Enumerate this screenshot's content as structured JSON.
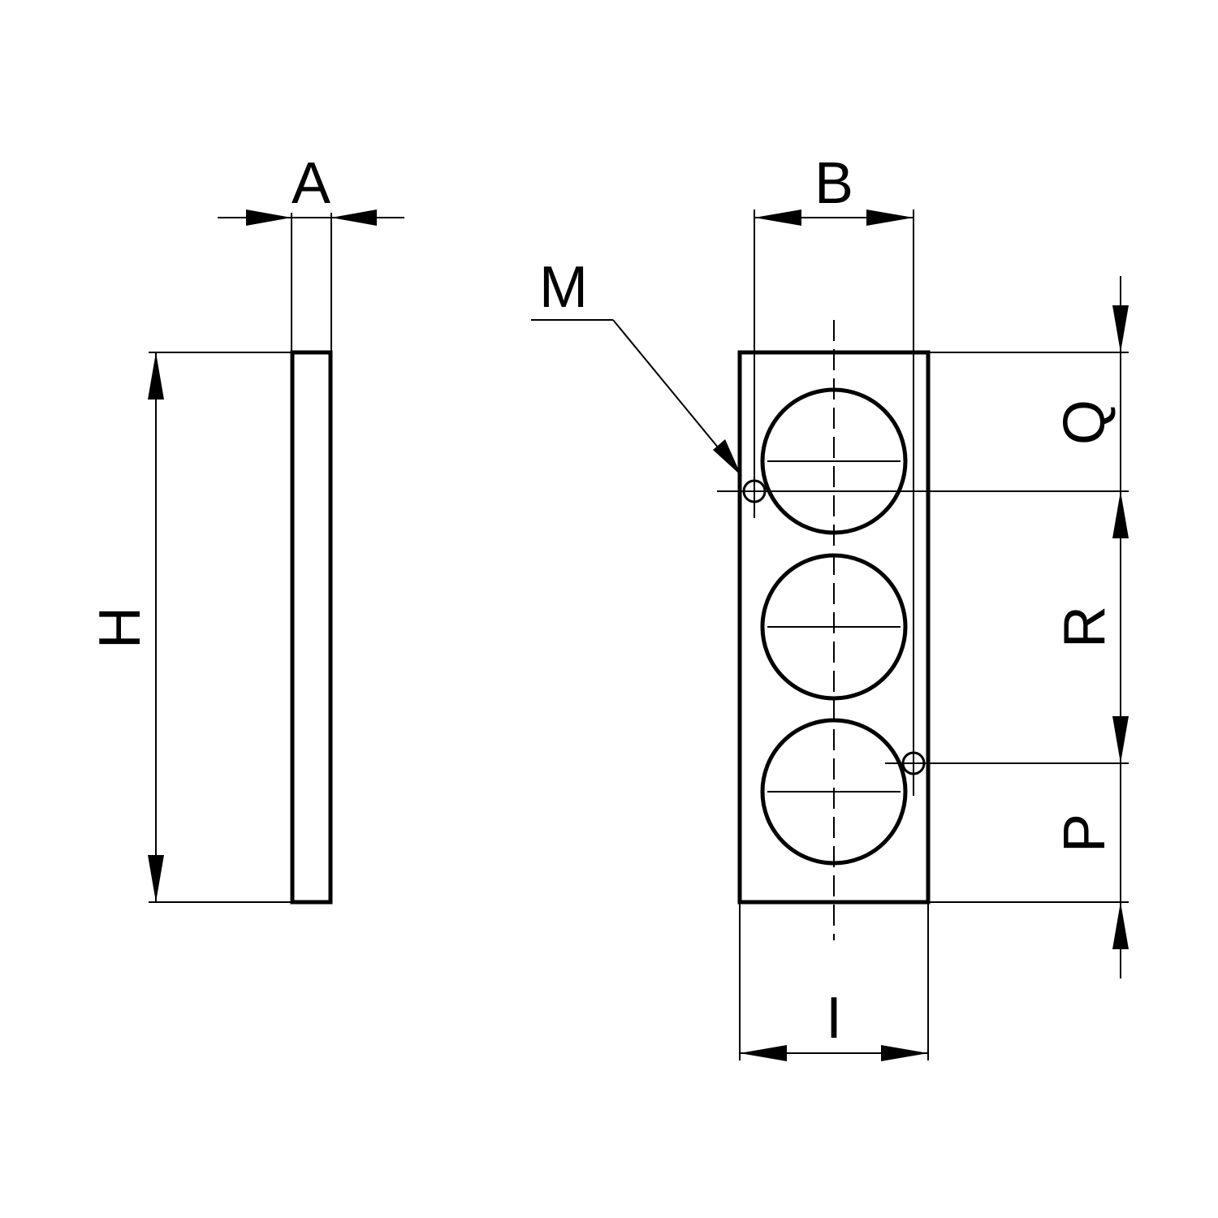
{
  "labels": {
    "A": "A",
    "B": "B",
    "H": "H",
    "M": "M",
    "Q": "Q",
    "R": "R",
    "P": "P",
    "I": "I"
  },
  "views": [
    "side-view",
    "front-view"
  ],
  "hole_count": 3,
  "colors": {
    "line": "#000000",
    "background": "#ffffff"
  }
}
